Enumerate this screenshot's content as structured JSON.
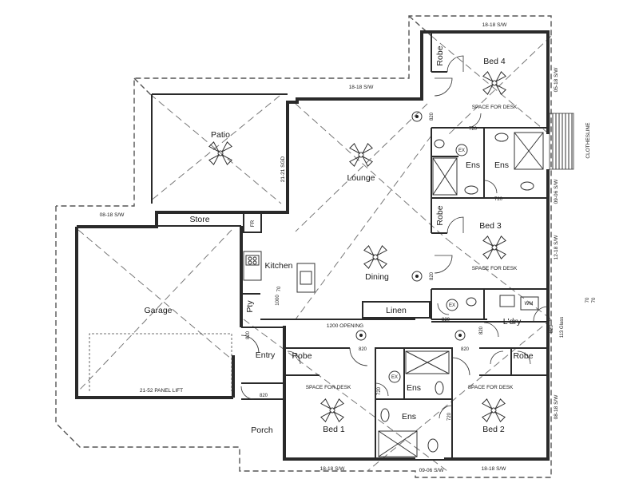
{
  "rooms": {
    "bed4": "Bed 4",
    "patio": "Patio",
    "lounge": "Lounge",
    "ens_bed4": "Ens",
    "ens_left": "Ens",
    "store": "Store",
    "fridge": "FR",
    "bed3": "Bed 3",
    "kitchen": "Kitchen",
    "dining": "Dining",
    "garage": "Garage",
    "pantry": "Pty",
    "linen": "Linen",
    "laundry": "L'dry",
    "wm": "WM",
    "entry": "Entry",
    "robe_bed1": "Robe",
    "robe_bed2": "Robe",
    "robe_bed3": "Robe",
    "robe_bed4": "Robe",
    "ens_centre_top": "Ens",
    "ens_centre_bottom": "Ens",
    "bed1": "Bed 1",
    "bed2": "Bed 2",
    "porch": "Porch"
  },
  "labels": {
    "space_desk_bed4": "SPACE FOR DESK",
    "space_desk_bed3": "SPACE FOR DESK",
    "space_desk_bed1": "SPACE FOR DESK",
    "space_desk_bed2": "SPACE FOR DESK",
    "clothesline": "CLOTHESLINE",
    "opening": "1200 OPENING",
    "panel_lift": "21-52 PANEL LIFT",
    "sgd": "21-21 SGD",
    "ex_bed4": "EX",
    "ex_laundry": "EX",
    "ex_centre": "EX"
  },
  "dimensions": {
    "top_bed4": "18-18 S/W",
    "top_lounge": "18-18 S/W",
    "right_bed4": "05-18 S/W",
    "right_ens": "09-06 S/W",
    "right_bed3": "12-18 S/W",
    "right_ldry": "113 Glass",
    "right_bed2": "08-18 S/W",
    "garage_top": "08-18 S/W",
    "bottom_bed1": "18-18 S/W",
    "bottom_ens": "09-06 S/W",
    "bottom_bed2": "18-18 S/W",
    "door_bed4": "820",
    "door_ens_bed4": "720",
    "door_ens_bed3": "720",
    "door_bed3": "820",
    "door_ens_l": "820",
    "door_ldry_r": "820",
    "door_ldry_l": "820",
    "door_entry": "820",
    "door_porch": "820",
    "door_bed1": "820",
    "door_ens_c": "720",
    "door_ens_c2": "720",
    "door_bed2": "820",
    "kitchen_1000": "1000",
    "kitchen_70": "70",
    "right_mark_1": "70",
    "right_mark_2": "70"
  }
}
